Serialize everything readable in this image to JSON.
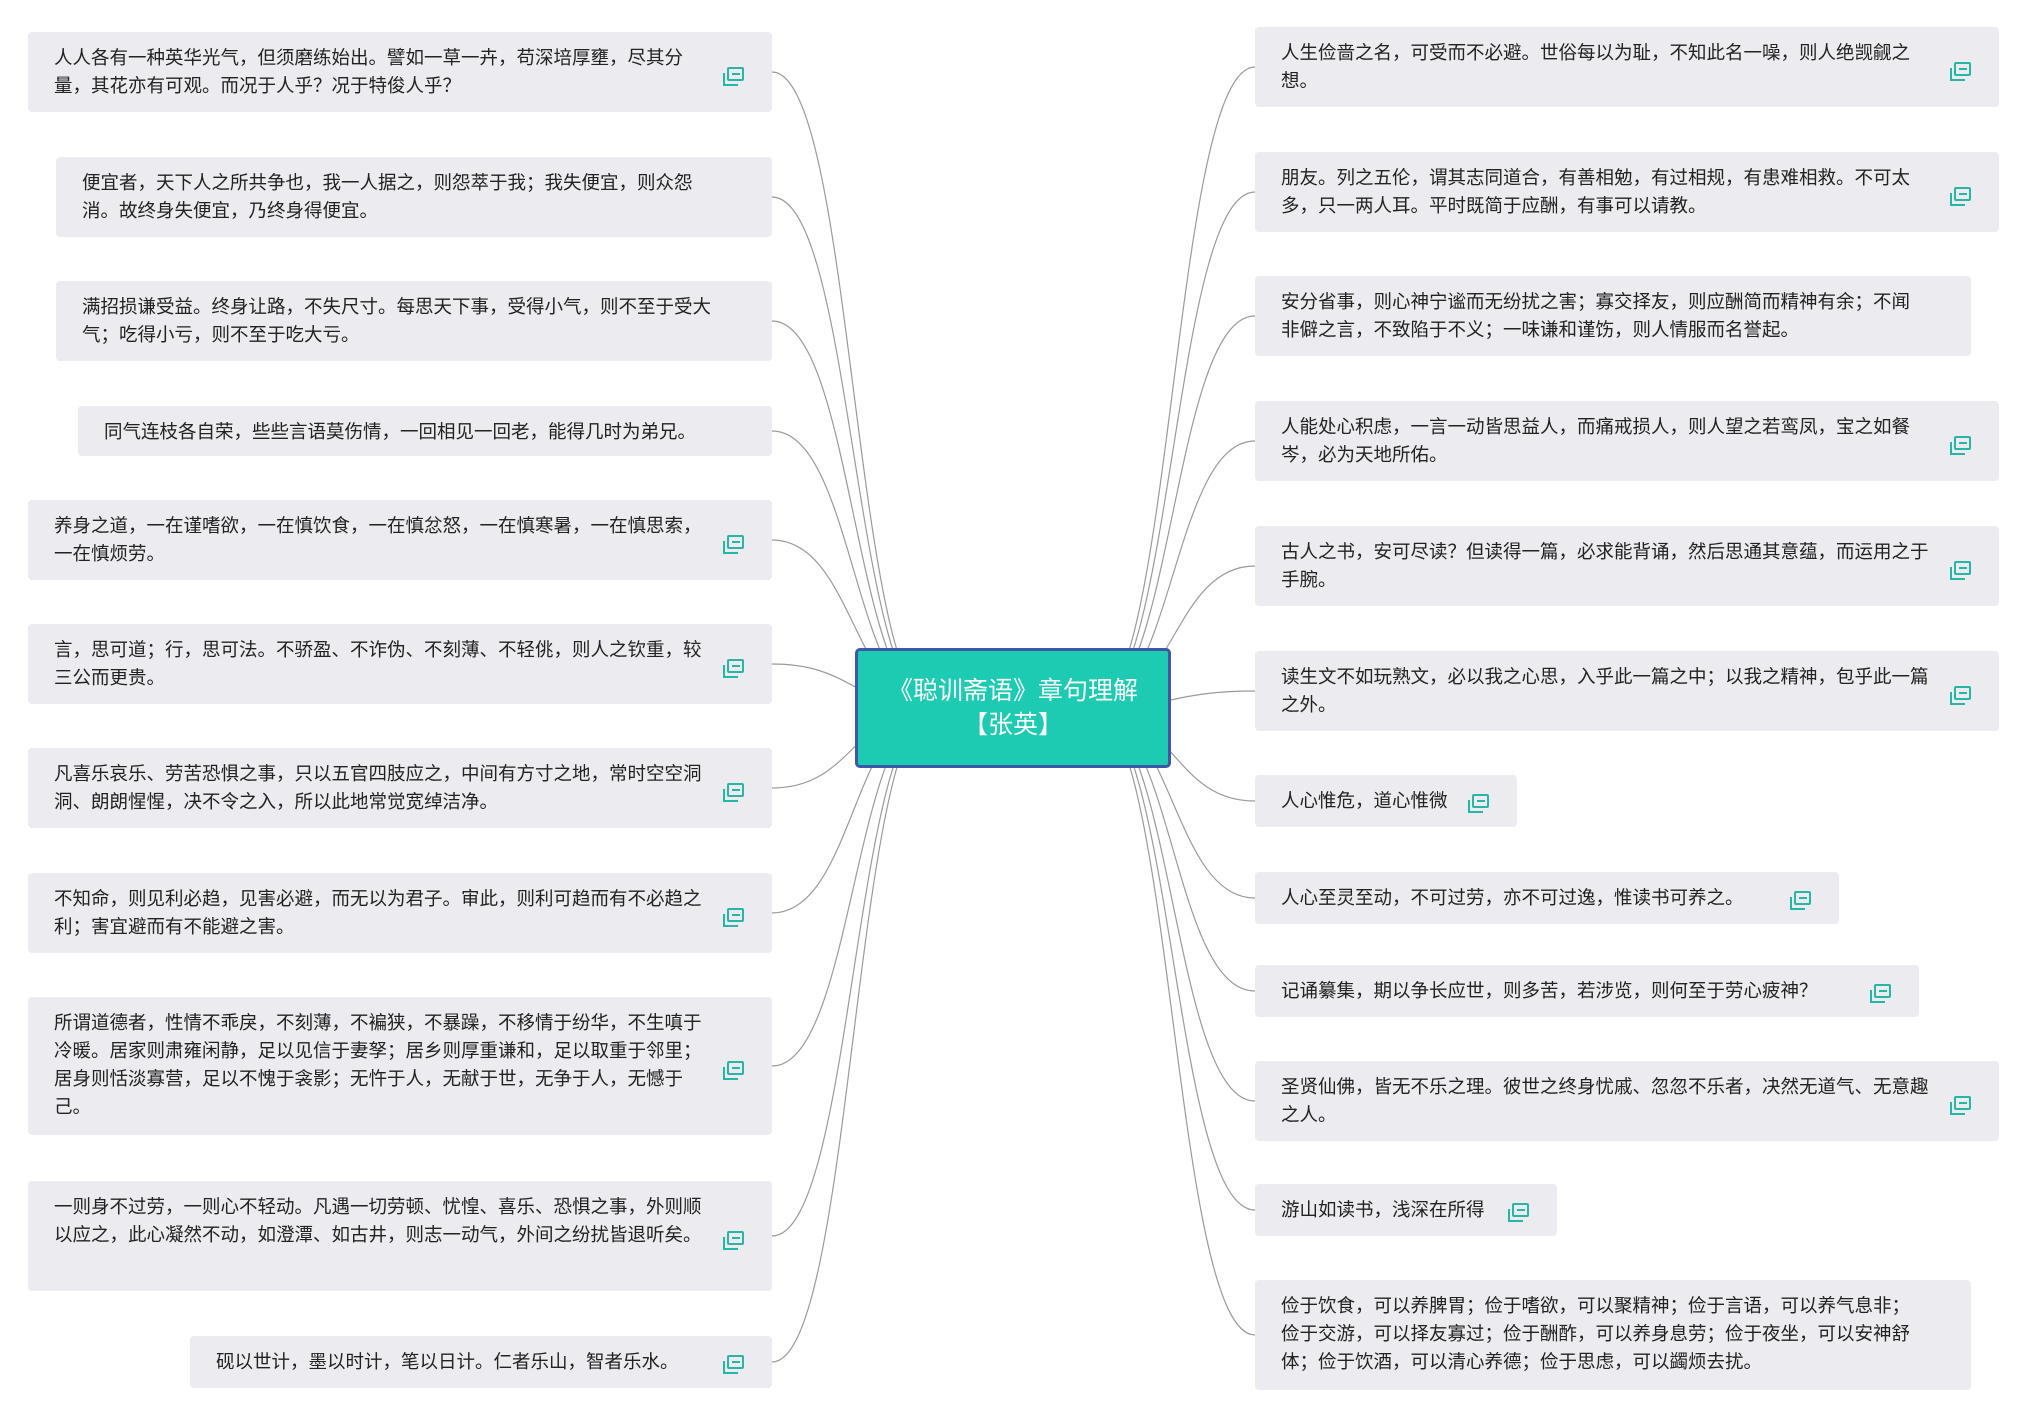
{
  "central": {
    "line1": "《聪训斋语》章句理解",
    "line2": "【张英】"
  },
  "left_topics": [
    {
      "text": "人人各有一种英华光气，但须磨练始出。譬如一草一卉，苟深培厚壅，尽其分量，其花亦有可观。而况于人乎？况于特俊人乎？",
      "has_note": true
    },
    {
      "text": "便宜者，天下人之所共争也，我一人据之，则怨萃于我；我失便宜，则众怨消。故终身失便宜，乃终身得便宜。",
      "has_note": false
    },
    {
      "text": "满招损谦受益。终身让路，不失尺寸。每思天下事，受得小气，则不至于受大气；吃得小亏，则不至于吃大亏。",
      "has_note": false
    },
    {
      "text": "同气连枝各自荣，些些言语莫伤情，一回相见一回老，能得几时为弟兄。",
      "has_note": false
    },
    {
      "text": "养身之道，一在谨嗜欲，一在慎饮食，一在慎忿怒，一在慎寒暑，一在慎思索，一在慎烦劳。",
      "has_note": true
    },
    {
      "text": "言，思可道；行，思可法。不骄盈、不诈伪、不刻薄、不轻佻，则人之钦重，较三公而更贵。",
      "has_note": true
    },
    {
      "text": "凡喜乐哀乐、劳苦恐惧之事，只以五官四肢应之，中间有方寸之地，常时空空洞洞、朗朗惺惺，决不令之入，所以此地常觉宽绰洁净。",
      "has_note": true
    },
    {
      "text": "不知命，则见利必趋，见害必避，而无以为君子。审此，则利可趋而有不必趋之利；害宜避而有不能避之害。",
      "has_note": true
    },
    {
      "text": "所谓道德者，性情不乖戾，不刻薄，不褊狭，不暴躁，不移情于纷华，不生嗔于冷暖。居家则肃雍闲静，足以见信于妻孥；居乡则厚重谦和，足以取重于邻里；居身则恬淡寡营，足以不愧于衾影；无忤于人，无献于世，无争于人，无憾于己。",
      "has_note": true
    },
    {
      "text": "一则身不过劳，一则心不轻动。凡遇一切劳顿、忧惶、喜乐、恐惧之事，外则顺以应之，此心凝然不动，如澄潭、如古井，则志一动气，外间之纷扰皆退听矣。",
      "has_note": true
    },
    {
      "text": "砚以世计，墨以时计，笔以日计。仁者乐山，智者乐水。",
      "has_note": true
    }
  ],
  "right_topics": [
    {
      "text": "人生俭啬之名，可受而不必避。世俗每以为耻，不知此名一噪，则人绝觊觎之想。",
      "has_note": true
    },
    {
      "text": "朋友。列之五伦，谓其志同道合，有善相勉，有过相规，有患难相救。不可太多，只一两人耳。平时既简于应酬，有事可以请教。",
      "has_note": true
    },
    {
      "text": "安分省事，则心神宁谧而无纷扰之害；寡交择友，则应酬简而精神有余；不闻非僻之言，不致陷于不义；一味谦和谨饬，则人情服而名誉起。",
      "has_note": false
    },
    {
      "text": "人能处心积虑，一言一动皆思益人，而痛戒损人，则人望之若鸾凤，宝之如餐岑，必为天地所佑。",
      "has_note": true
    },
    {
      "text": "古人之书，安可尽读？但读得一篇，必求能背诵，然后思通其意蕴，而运用之于手腕。",
      "has_note": true
    },
    {
      "text": "读生文不如玩熟文，必以我之心思，入乎此一篇之中；以我之精神，包乎此一篇之外。",
      "has_note": true
    },
    {
      "text": "人心惟危，道心惟微",
      "has_note": true
    },
    {
      "text": "人心至灵至动，不可过劳，亦不可过逸，惟读书可养之。",
      "has_note": true
    },
    {
      "text": "记诵纂集，期以争长应世，则多苦，若涉览，则何至于劳心疲神？",
      "has_note": true
    },
    {
      "text": "圣贤仙佛，皆无不乐之理。彼世之终身忧戚、忽忽不乐者，决然无道气、无意趣之人。",
      "has_note": true
    },
    {
      "text": "游山如读书，浅深在所得",
      "has_note": true
    },
    {
      "text": "俭于饮食，可以养脾胃；俭于嗜欲，可以聚精神；俭于言语，可以养气息非；俭于交游，可以择友寡过；俭于酬酢，可以养身息劳；俭于夜坐，可以安神舒体；俭于饮酒，可以清心养德；俭于思虑，可以蠲烦去扰。",
      "has_note": false
    }
  ],
  "colors": {
    "central_fill": "#1ccbb2",
    "central_border": "#3f57a8",
    "topic_fill": "#ececf0",
    "note_icon": "#26b7a4",
    "connector": "#9a9a9a"
  }
}
